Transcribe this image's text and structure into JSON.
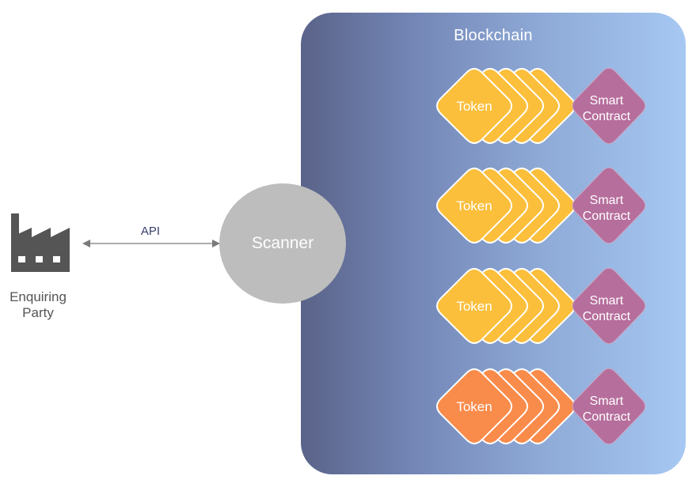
{
  "blockchain": {
    "title": "Blockchain"
  },
  "enquirer": {
    "label_line1": "Enquiring",
    "label_line2": "Party",
    "icon": "factory-icon"
  },
  "connection": {
    "label": "API"
  },
  "scanner": {
    "label": "Scanner"
  },
  "rows": [
    {
      "token_label": "Token",
      "contract_line1": "Smart",
      "contract_line2": "Contract",
      "token_color": "#fbbf3c"
    },
    {
      "token_label": "Token",
      "contract_line1": "Smart",
      "contract_line2": "Contract",
      "token_color": "#fbbf3c"
    },
    {
      "token_label": "Token",
      "contract_line1": "Smart",
      "contract_line2": "Contract",
      "token_color": "#fbbf3c"
    },
    {
      "token_label": "Token",
      "contract_line1": "Smart",
      "contract_line2": "Contract",
      "token_color": "#f98b4b"
    }
  ],
  "colors": {
    "contract": "#b66e9c",
    "scanner": "#bdbdbd",
    "arrow": "#7a7a7a",
    "factory": "#555555"
  }
}
